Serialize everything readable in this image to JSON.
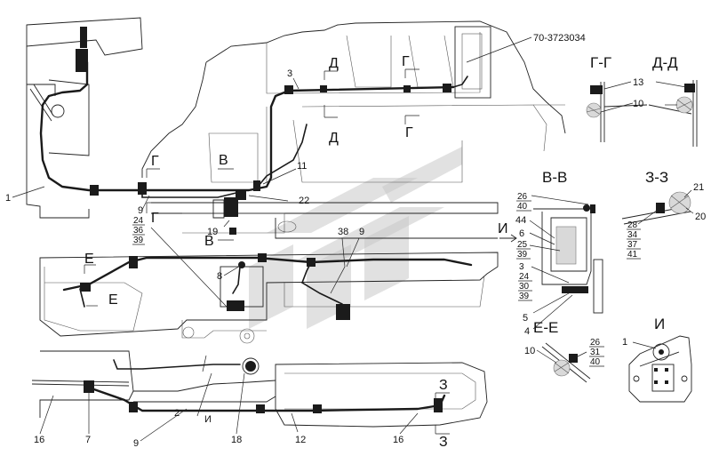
{
  "labels": {
    "part_number": "70-3723034",
    "n1": "1",
    "n2": "2",
    "n3": "3",
    "n4": "4",
    "n5": "5",
    "n6": "6",
    "n7": "7",
    "n8": "8",
    "n9a": "9",
    "n9b": "9",
    "n9c": "9",
    "n10a": "10",
    "n10b": "10",
    "n11": "11",
    "n12": "12",
    "n13": "13",
    "n16a": "16",
    "n16b": "16",
    "n18": "18",
    "n19": "19",
    "n20": "20",
    "n21": "21",
    "n22": "22",
    "n38": "38",
    "n1b": "1",
    "n44": "44",
    "i_lead": "И"
  },
  "sections": {
    "d_top": "Д",
    "d_bot": "Д",
    "g_top": "Г",
    "g_bot": "Г",
    "g_left_top": "Г",
    "g_left_bot": "Г",
    "v_top": "В",
    "v_bot": "В",
    "e_top": "Е",
    "e_bot": "Е",
    "z_top": "З",
    "z_bot": "З",
    "i_arrow": "И"
  },
  "views": {
    "gg": "Г-Г",
    "dd": "Д-Д",
    "vv": "В-В",
    "zz": "З-З",
    "ee": "Е-Е",
    "ii": "И"
  },
  "stacks": {
    "s24": [
      "24",
      "36",
      "39"
    ],
    "s26": [
      "26",
      "40"
    ],
    "s28": [
      "28",
      "34",
      "37",
      "41"
    ],
    "s25": [
      "25",
      "39"
    ],
    "s3": [
      "3",
      "24",
      "30",
      "39"
    ],
    "s26b": [
      "26",
      "31",
      "40"
    ]
  }
}
